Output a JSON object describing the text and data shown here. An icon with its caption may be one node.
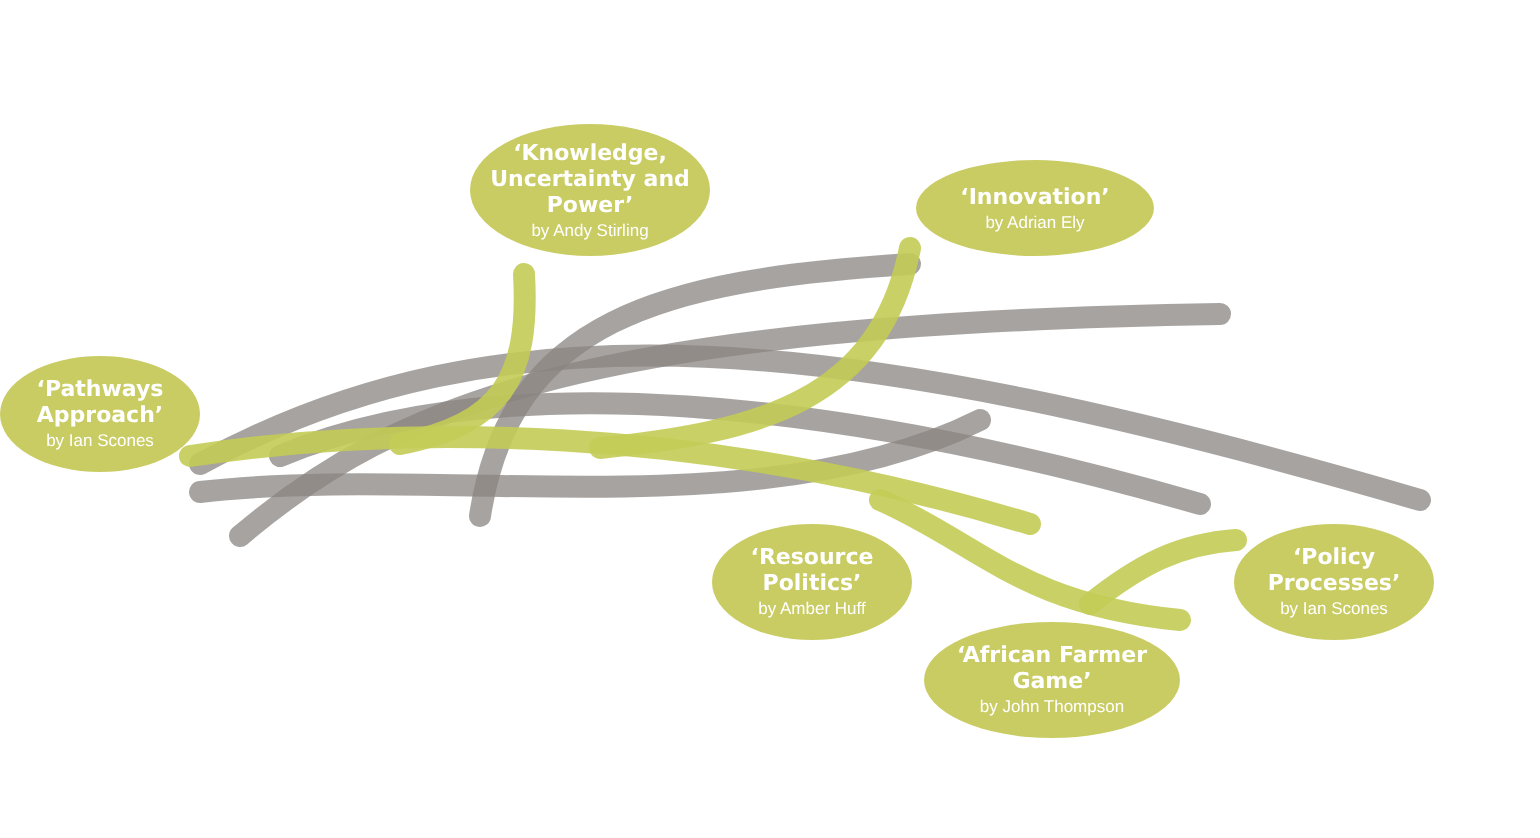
{
  "diagram": {
    "nodes": [
      {
        "text": [
          "‘Knowledge, Uncertainty and Power’",
          "by Andy Stirling"
        ]
      },
      {
        "text": [
          "‘Innovation’",
          "by Adrian Ely"
        ]
      },
      {
        "text": [
          "‘Pathways Approach’",
          "by Ian Scones"
        ]
      },
      {
        "text": [
          "‘Resource Politics’",
          "by Amber Huff"
        ]
      },
      {
        "text": [
          "‘Policy Processes’",
          "by Ian Scones"
        ]
      },
      {
        "text": [
          "‘African Farmer Game’",
          "by John Thompson"
        ]
      }
    ]
  }
}
